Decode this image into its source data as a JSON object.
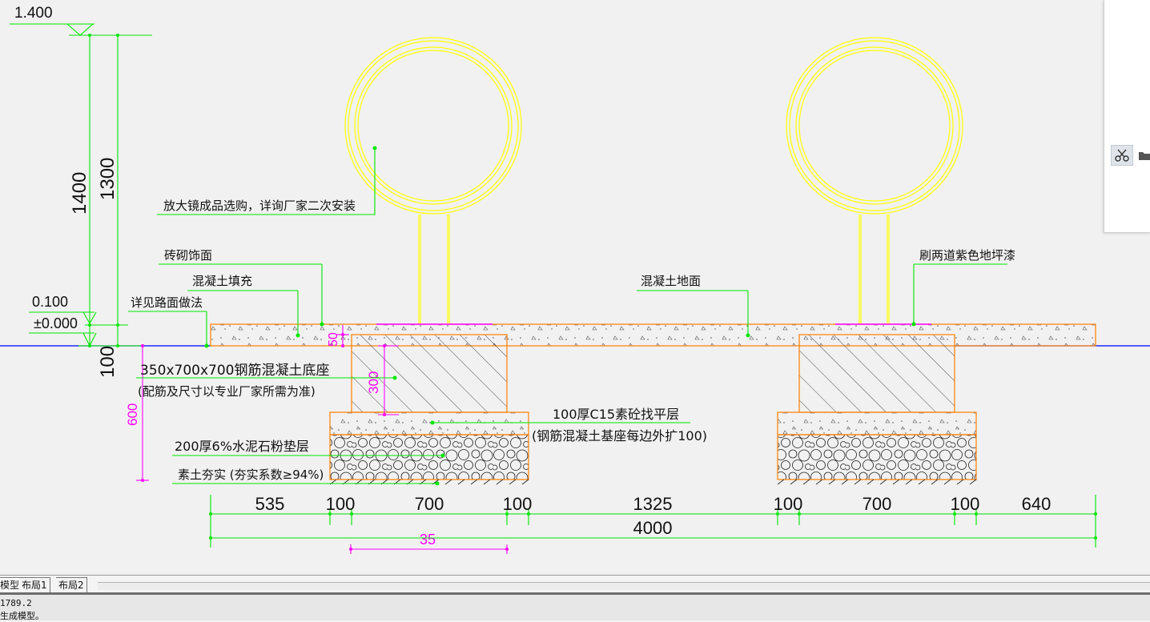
{
  "colors": {
    "background": "#f1f1f1",
    "green": "#00e600",
    "magenta": "#ff00ff",
    "orange": "#ff7f00",
    "yellow": "#ffff00",
    "blue": "#0000ff",
    "dark": "#222222"
  },
  "elevations": {
    "top": "1.400",
    "mid": "0.100",
    "zero": "±0.000"
  },
  "dims": {
    "v1400": "1400",
    "v1300": "1300",
    "v100": "100",
    "v600": "600",
    "v50": "50",
    "v300": "300",
    "b535": "535",
    "b100a": "100",
    "b700a": "700",
    "b100b": "100",
    "b1325": "1325",
    "b100c": "100",
    "b700b": "700",
    "b100d": "100",
    "b640": "640",
    "total": "4000",
    "m35": "35"
  },
  "labels": {
    "magnifier": "放大镜成品选购，详询厂家二次安装",
    "brick": "砖砌饰面",
    "concrete_fill": "混凝土填充",
    "road": "详见路面做法",
    "concrete_floor": "混凝土地面",
    "paint": "刷两道紫色地坪漆",
    "base_1": "350x700x700钢筋混凝土底座",
    "base_2": "(配筋及尺寸以专业厂家所需为准)",
    "c15_1": "100厚C15素砼找平层",
    "c15_2": "(钢筋混凝土基座每边外扩100)",
    "gravel": "200厚6%水泥石粉垫层",
    "soil": "素土夯实 (夯实系数≥94%)"
  },
  "tabs": {
    "model": "模型",
    "layout1": "布局1",
    "layout2": "布局2"
  },
  "command": {
    "line1": "1789.2",
    "line2": "生成模型。"
  },
  "icons": {
    "cut": "scissors-icon",
    "folder": "folder-icon"
  }
}
